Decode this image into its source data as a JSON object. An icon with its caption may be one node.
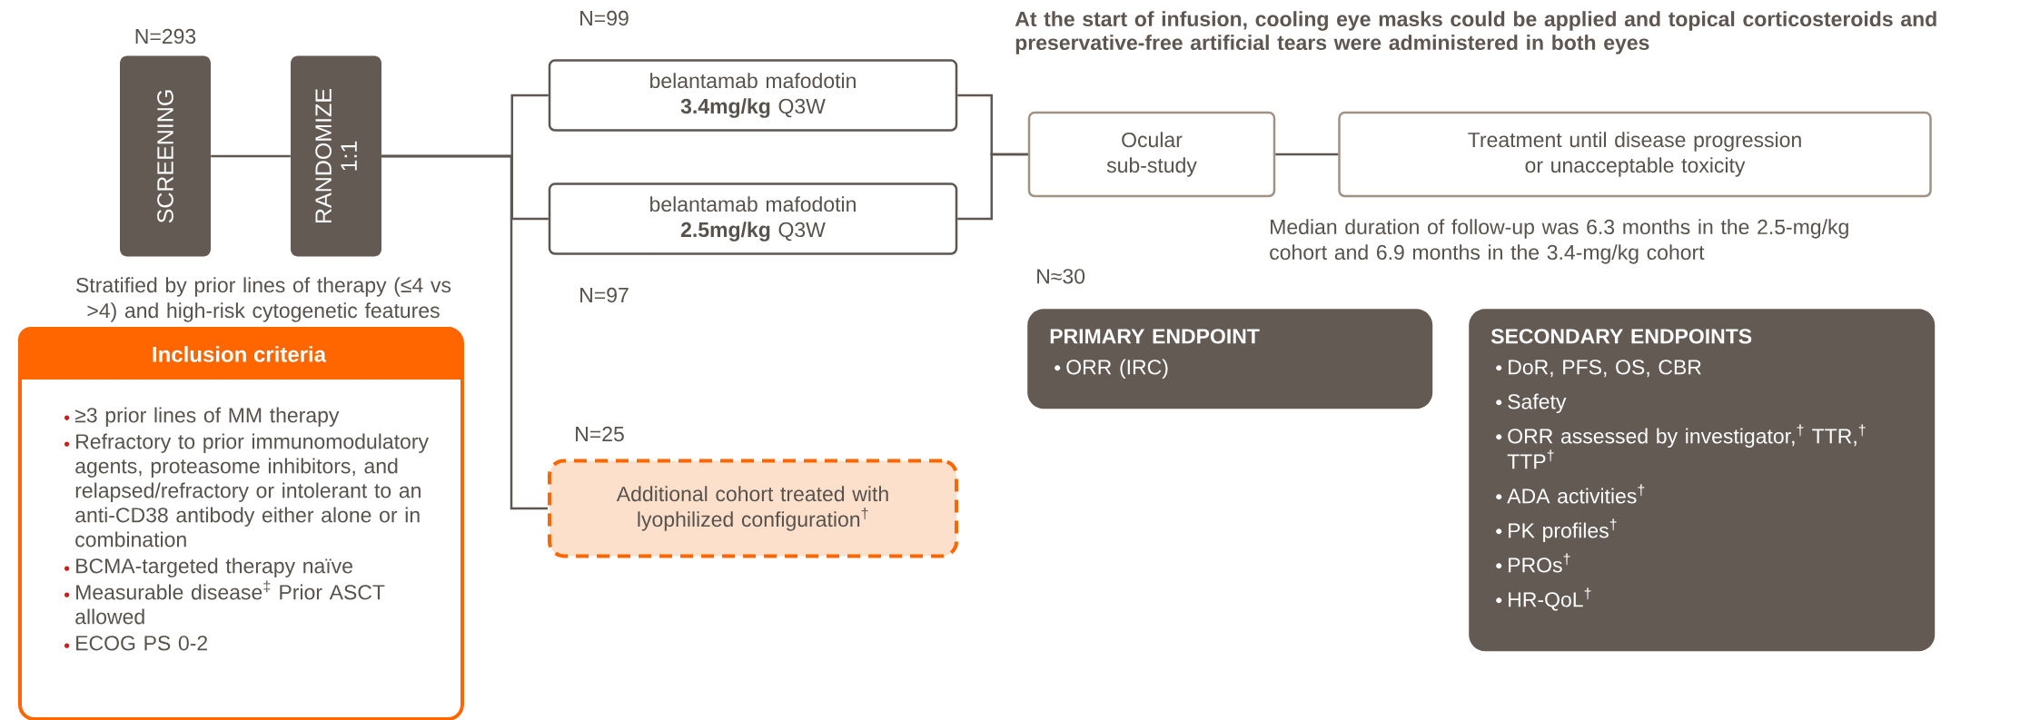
{
  "diagram": {
    "nodes": [
      {
        "text": [
          "SCREENING"
        ],
        "beside": [
          "N=293"
        ]
      },
      {
        "text": [
          "RANDOMIZE 1:1"
        ]
      },
      {
        "text": [
          "belantamab mafodotin **3.4mg/kg** Q3W"
        ],
        "beside": [
          "N=99"
        ]
      },
      {
        "text": [
          "belantamab mafodotin **2.5mg/kg** Q3W"
        ],
        "beside": [
          "N=97"
        ]
      },
      {
        "text": [
          "Additional cohort treated with lyophilized configuration$^{†}$"
        ],
        "beside": [
          "N=25"
        ]
      },
      {
        "text": [
          "Ocular sub-study"
        ]
      },
      {
        "text": [
          "Treatment until disease progression or unacceptable toxicity"
        ]
      },
      {
        "text": [
          "Inclusion criteria",
          "≥3 prior lines of MM therapy",
          "Refractory to prior immunomodulatory agents, proteasome inhibitors, and relapsed/refractory or intolerant to an anti-CD38 antibody either alone or in combination",
          "BCMA-targeted therapy naïve",
          "Measurable disease$^{‡}$ Prior ASCT allowed",
          "ECOG PS 0-2"
        ]
      },
      {
        "text": [
          "PRIMARY ENDPOINT",
          "ORR (IRC)"
        ]
      },
      {
        "text": [
          "SECONDARY ENDPOINTS",
          "DoR, PFS, OS, CBR",
          "Safety",
          "ORR assessed by investigator,$^{†}$ TTR,$^{†}$ TTP$^{†}$",
          "ADA activities$^{†}$",
          "PK profiles$^{†}$",
          "PROs$^{†}$",
          "HR-QoL$^{†}$"
        ]
      }
    ],
    "edges": [
      {
        "from": 0,
        "to": 1,
        "arrow": "none"
      },
      {
        "from": 1,
        "to": 2,
        "arrow": "none"
      },
      {
        "from": 1,
        "to": 3,
        "arrow": "none"
      },
      {
        "from": 1,
        "to": 4,
        "arrow": "none"
      },
      {
        "from": 2,
        "to": 5,
        "arrow": "none"
      },
      {
        "from": 3,
        "to": 5,
        "arrow": "none"
      },
      {
        "from": 5,
        "to": 6,
        "arrow": "none"
      }
    ],
    "labels": [
      "At the start of infusion, cooling eye masks could be applied and topical corticosteroids and preservative-free artificial tears were administered in both eyes",
      "Stratified by prior lines of therapy (≤4 vs >4) and high-risk cytogenetic features",
      "Median duration of follow-up was 6.3 months in the 2.5-mg/kg cohort and 6.9 months in the 3.4-mg/kg cohort",
      "N≈30"
    ]
  }
}
